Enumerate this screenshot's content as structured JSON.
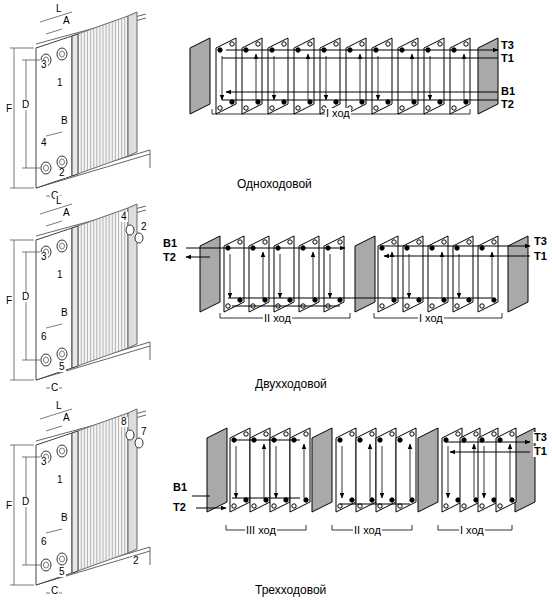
{
  "diagram": {
    "labels": [
      "L",
      "A",
      "3",
      "1",
      "F",
      "D",
      "B",
      "4",
      "2",
      "C",
      "T3",
      "T1",
      "B1",
      "T2",
      "I ход",
      "Одноходовой",
      "L",
      "A",
      "4",
      "2",
      "3",
      "1",
      "F",
      "D",
      "B",
      "6",
      "5",
      "C",
      "B1",
      "T2",
      "T3",
      "T1",
      "II ход",
      "I ход",
      "Двухходовой",
      "L",
      "A",
      "8",
      "7",
      "3",
      "1",
      "F",
      "D",
      "B",
      "6",
      "5",
      "2",
      "C",
      "T3",
      "T1",
      "B1",
      "T2",
      "III ход",
      "II ход",
      "I ход",
      "Трехходовой"
    ]
  }
}
